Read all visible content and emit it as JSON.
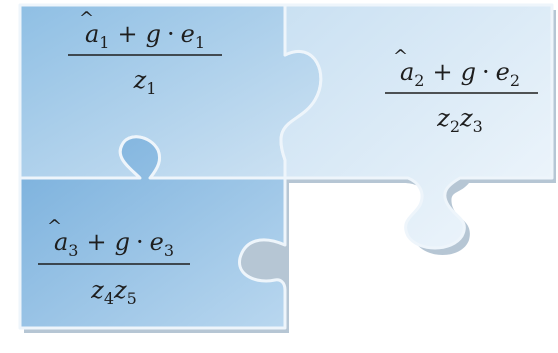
{
  "pieces": [
    {
      "id": "top-left",
      "numerator": {
        "hat_var": "a",
        "hat_sub": "1",
        "plus": "+",
        "g": "g",
        "dot": "·",
        "e": "e",
        "e_sub": "1"
      },
      "denominator": [
        {
          "var": "z",
          "sub": "1"
        }
      ]
    },
    {
      "id": "top-right",
      "numerator": {
        "hat_var": "a",
        "hat_sub": "2",
        "plus": "+",
        "g": "g",
        "dot": "·",
        "e": "e",
        "e_sub": "2"
      },
      "denominator": [
        {
          "var": "z",
          "sub": "2"
        },
        {
          "var": "z",
          "sub": "3"
        }
      ]
    },
    {
      "id": "bottom-left",
      "numerator": {
        "hat_var": "a",
        "hat_sub": "3",
        "plus": "+",
        "g": "g",
        "dot": "·",
        "e": "e",
        "e_sub": "3"
      },
      "denominator": [
        {
          "var": "z",
          "sub": "4"
        },
        {
          "var": "z",
          "sub": "5"
        }
      ]
    }
  ],
  "colors": {
    "piece_light": "#dcebf8",
    "piece_mid": "#a9cdea",
    "piece_dark": "#6fa7d6",
    "piece_edge": "#eef5fb",
    "text": "#1e1e1e",
    "background": "#ffffff"
  }
}
